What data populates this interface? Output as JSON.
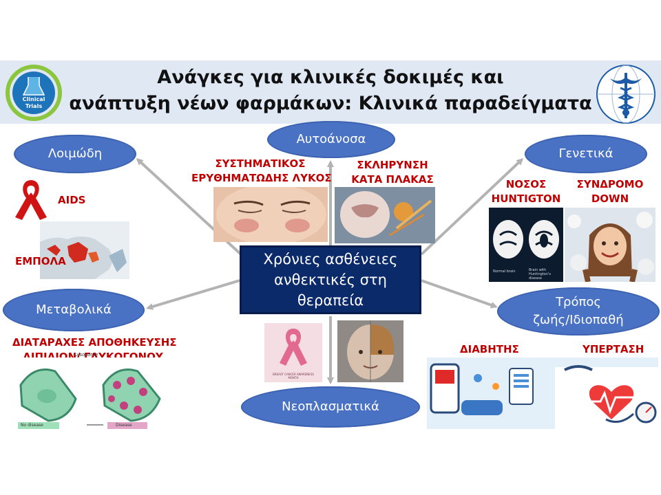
{
  "title": {
    "line1": "Ανάγκες για κλινικές δοκιμές και",
    "line2": "ανάπτυξη νέων φαρμάκων: Κλινικά παραδείγματα"
  },
  "logo_left": {
    "text1": "Clinical",
    "text2": "Trials"
  },
  "center": {
    "line1": "Χρόνιες ασθένειες",
    "line2": "ανθεκτικές στη",
    "line3": "θεραπεία"
  },
  "categories": {
    "infectious": "Λοιμώδη",
    "autoimmune": "Αυτοάνοσα",
    "genetic": "Γενετικά",
    "metabolic": "Μεταβολικά",
    "lifestyle_line1": "Τρόπος",
    "lifestyle_line2": "ζωής/Ιδιοπαθή",
    "neoplastic": "Νεοπλασματικά"
  },
  "examples": {
    "aids": "AIDS",
    "ebola": "ΕΜΠΟΛΑ",
    "sle_line1": "ΣΥΣΤΗΜΑΤΙΚΟΣ",
    "sle_line2": "ΕΡΥΘΗΜΑΤΩΔΗΣ ΛΥΚΟΣ",
    "ms_line1": "ΣΚΛΗΡΥΝΣΗ",
    "ms_line2": "ΚΑΤΑ ΠΛΑΚΑΣ",
    "huntington_line1": "ΝΟΣΟΣ",
    "huntington_line2": "HUNTIGTON",
    "down_line1": "ΣΥΝΔΡΟΜΟ",
    "down_line2": "DOWN",
    "storage_line1": "ΔΙΑΤΑΡΑΧΕΣ ΑΠΟΘΗΚΕΥΣΗΣ",
    "storage_line2": "ΛΙΠΙΔΙΩΝ/ ΓΛΥΚΟΓΟΝΟΥ",
    "diabetes": "ΔΙΑΒΗΤΗΣ",
    "hypertension": "ΥΠΕΡΤΑΣΗ"
  },
  "image_captions": {
    "brain_normal": "Normal brain",
    "brain_hd": "Brain with Huntington's disease",
    "no_disease": "No disease",
    "disease": "Disease",
    "lysosome": "Lysosome",
    "breast_cancer": "BREAST CANCER AWARENESS MONTH"
  },
  "colors": {
    "oval": "#4a72c4",
    "center": "#0b2a6a",
    "example_text": "#c00000",
    "arrow": "#b3b3b3",
    "title_band": "#dfe8f3"
  }
}
